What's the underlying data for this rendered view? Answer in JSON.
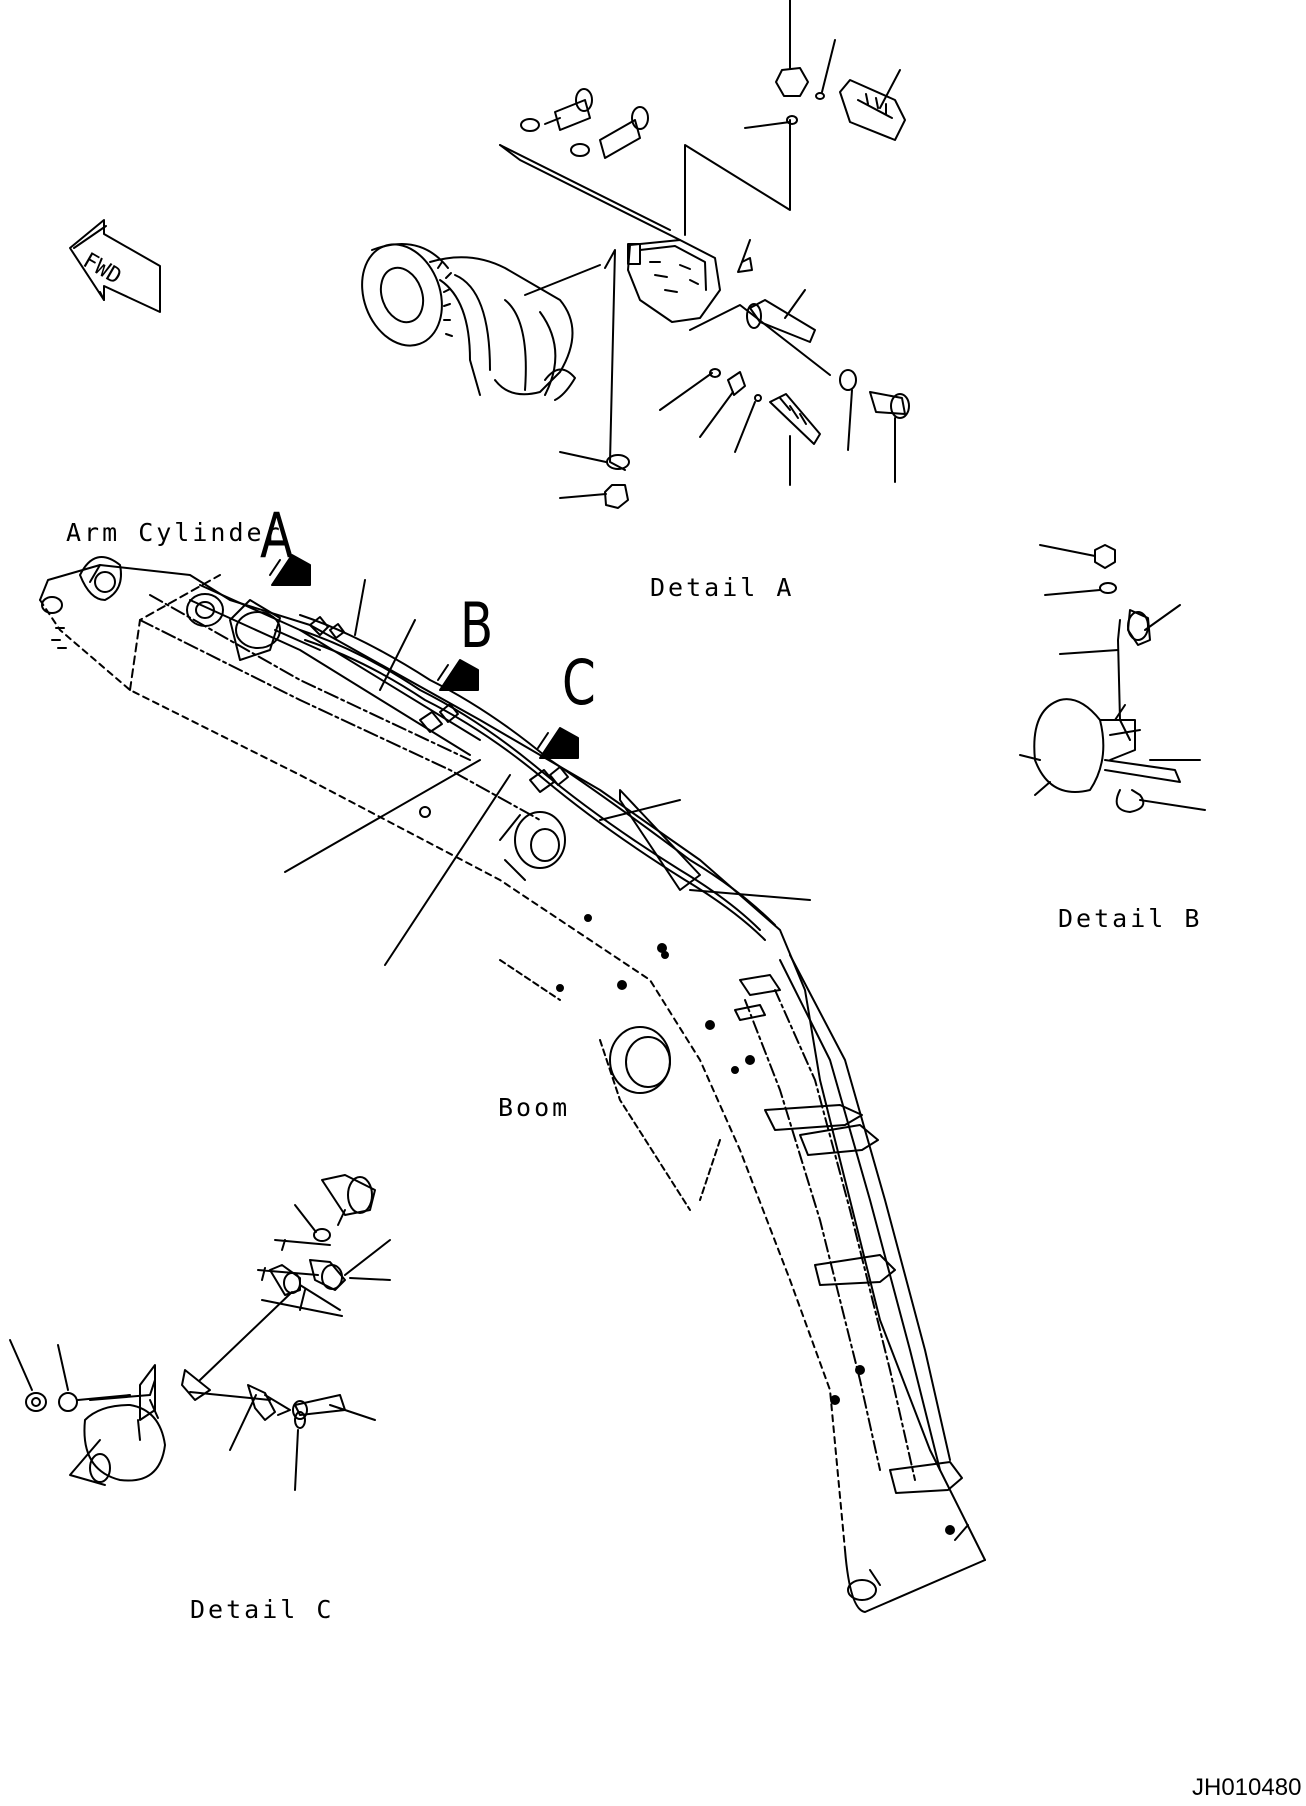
{
  "labels": {
    "arm_cylinder": "Arm Cylinder",
    "detail_a": "Detail A",
    "detail_b": "Detail B",
    "detail_c": "Detail C",
    "boom": "Boom",
    "callout_a": "A",
    "callout_b": "B",
    "callout_c": "C",
    "fwd": "FWD",
    "drawing_code": "JH010480"
  }
}
